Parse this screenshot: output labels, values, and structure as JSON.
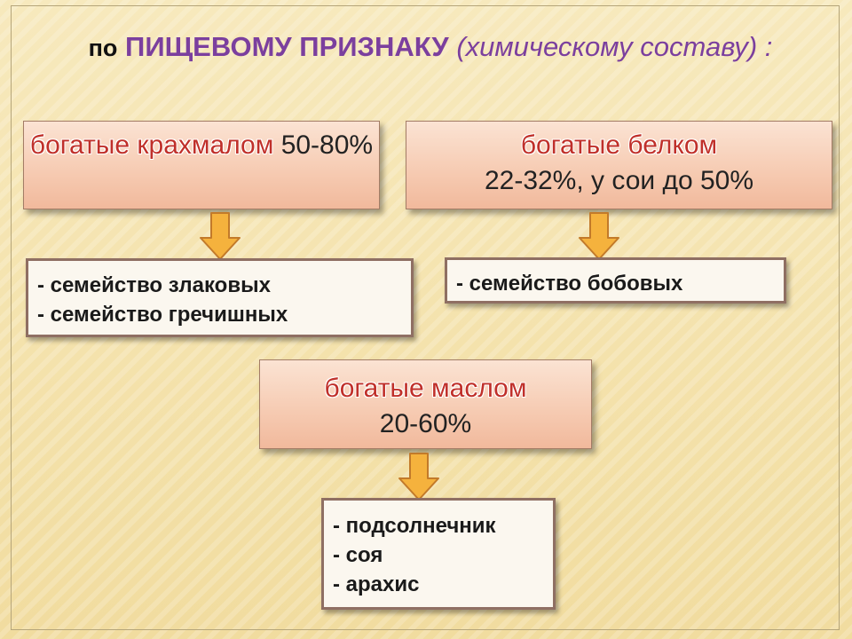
{
  "title": {
    "prefix": "по",
    "main": "ПИЩЕВОМУ ПРИЗНАКУ",
    "paren": "(химическому составу) :"
  },
  "categories": [
    {
      "highlight": "богатые крахмалом",
      "rest": "50-80%",
      "items": [
        "- семейство злаковых",
        "- семейство гречишных"
      ]
    },
    {
      "highlight": "богатые белком",
      "rest": "22-32%, у сои до 50%",
      "items": [
        "- семейство бобовых"
      ]
    },
    {
      "highlight": "богатые маслом",
      "rest": "20-60%",
      "items": [
        "- подсолнечник",
        "- соя",
        "- арахис"
      ]
    }
  ],
  "colors": {
    "title_accent": "#7b3f9e",
    "highlight_text": "#c0302a",
    "arrow_fill": "#f5b23d",
    "arrow_stroke": "#c27a2a"
  },
  "icons": {
    "connector": "down-arrow-icon"
  }
}
